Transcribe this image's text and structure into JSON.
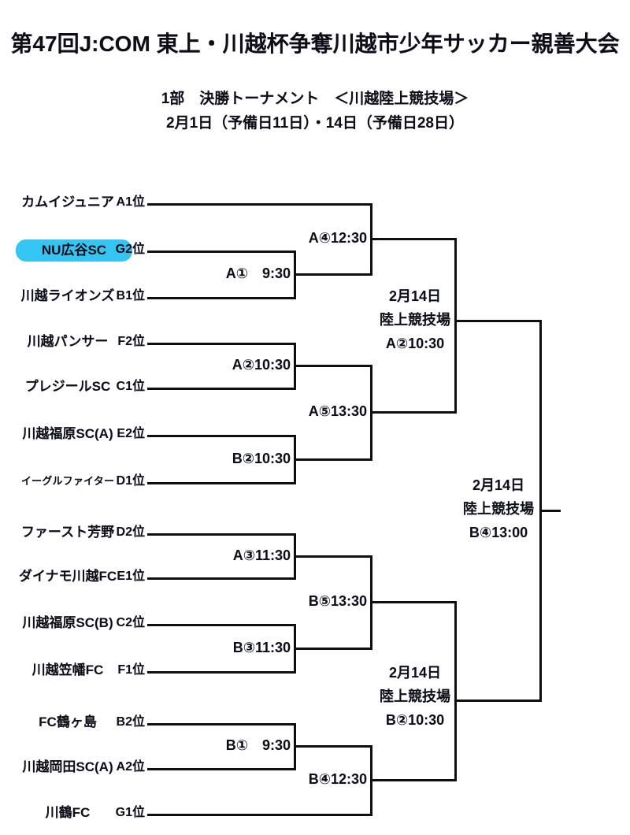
{
  "header": {
    "title": "第47回J:COM 東上・川越杯争奪川越市少年サッカー親善大会",
    "subtitle1": "1部　決勝トーナメント　＜川越陸上競技場＞",
    "subtitle2": "2月1日（予備日11日）・14日（予備日28日）"
  },
  "bracket": {
    "teams": [
      {
        "name": "カムイジュニア",
        "seed": "A1位",
        "highlighted": false
      },
      {
        "name": "NU広谷SC",
        "seed": "G2位",
        "highlighted": true
      },
      {
        "name": "川越ライオンズ",
        "seed": "B1位",
        "highlighted": false
      },
      {
        "name": "川越パンサー",
        "seed": "F2位",
        "highlighted": false
      },
      {
        "name": "プレジールSC",
        "seed": "C1位",
        "highlighted": false
      },
      {
        "name": "川越福原SC(A)",
        "seed": "E2位",
        "highlighted": false
      },
      {
        "name": "イーグルファイター",
        "seed": "D1位",
        "highlighted": false
      },
      {
        "name": "ファースト芳野",
        "seed": "D2位",
        "highlighted": false
      },
      {
        "name": "ダイナモ川越FC",
        "seed": "E1位",
        "highlighted": false
      },
      {
        "name": "川越福原SC(B)",
        "seed": "C2位",
        "highlighted": false
      },
      {
        "name": "川越笠幡FC",
        "seed": "F1位",
        "highlighted": false
      },
      {
        "name": "FC鶴ヶ島",
        "seed": "B2位",
        "highlighted": false
      },
      {
        "name": "川越岡田SC(A)",
        "seed": "A2位",
        "highlighted": false
      },
      {
        "name": "川鶴FC",
        "seed": "G1位",
        "highlighted": false
      }
    ],
    "round1": {
      "a1": {
        "label": "A①　9:30",
        "pairing": [
          "NU広谷SC",
          "川越ライオンズ"
        ]
      },
      "a2": {
        "label": "A②10:30",
        "pairing": [
          "川越パンサー",
          "プレジールSC"
        ]
      },
      "b2": {
        "label": "B②10:30",
        "pairing": [
          "川越福原SC(A)",
          "イーグルファイター"
        ]
      },
      "a3": {
        "label": "A③11:30",
        "pairing": [
          "ファースト芳野",
          "ダイナモ川越FC"
        ]
      },
      "b3": {
        "label": "B③11:30",
        "pairing": [
          "川越福原SC(B)",
          "川越笠幡FC"
        ]
      },
      "b1": {
        "label": "B①　9:30",
        "pairing": [
          "FC鶴ヶ島",
          "川越岡田SC(A)"
        ]
      }
    },
    "round2": {
      "a4": {
        "label": "A④12:30",
        "pairing": [
          "カムイジュニア",
          "A①"
        ]
      },
      "a5": {
        "label": "A⑤13:30",
        "pairing": [
          "A②",
          "B②"
        ]
      },
      "b5": {
        "label": "B⑤13:30",
        "pairing": [
          "A③",
          "B③"
        ]
      },
      "b4": {
        "label": "B④12:30",
        "pairing": [
          "B①",
          "川鶴FC"
        ]
      }
    },
    "semifinals": {
      "top": {
        "date": "2月14日",
        "venue": "陸上競技場",
        "match": "A②10:30"
      },
      "bottom": {
        "date": "2月14日",
        "venue": "陸上競技場",
        "match": "B②10:30"
      }
    },
    "final": {
      "date": "2月14日",
      "venue": "陸上競技場",
      "match": "B④13:00"
    }
  },
  "colors": {
    "highlight": "#35c5f3",
    "line": "#0f0f0f"
  }
}
